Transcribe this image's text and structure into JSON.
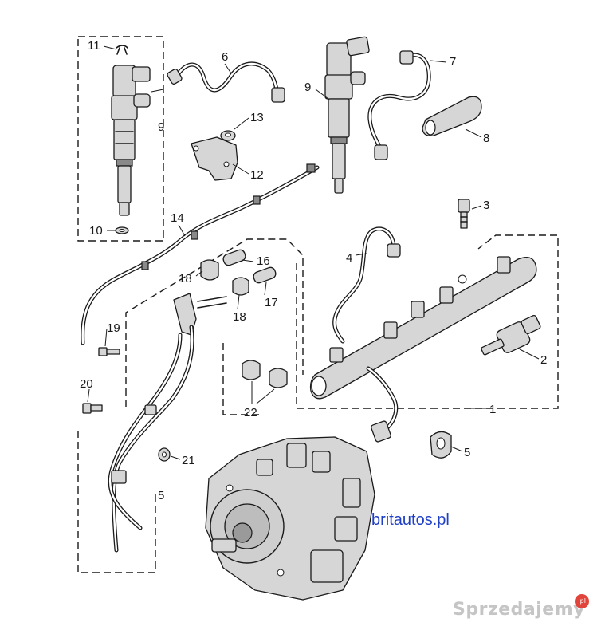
{
  "callouts": {
    "c1": "1",
    "c2": "2",
    "c3": "3",
    "c4": "4",
    "c5a": "5",
    "c5b": "5",
    "c6": "6",
    "c7": "7",
    "c8": "8",
    "c9a": "9",
    "c9b": "9",
    "c10": "10",
    "c11": "11",
    "c12": "12",
    "c13": "13",
    "c14": "14",
    "c16": "16",
    "c17": "17",
    "c18a": "18",
    "c18b": "18",
    "c19": "19",
    "c20": "20",
    "c21": "21",
    "c22": "22"
  },
  "watermark": {
    "site": "britautos.pl",
    "brand": "Sprzedajemy",
    "badge": ".pl"
  },
  "colors": {
    "ink": "#1a1a1a",
    "site_link": "#1f3fc4",
    "badge": "#e0443a"
  }
}
